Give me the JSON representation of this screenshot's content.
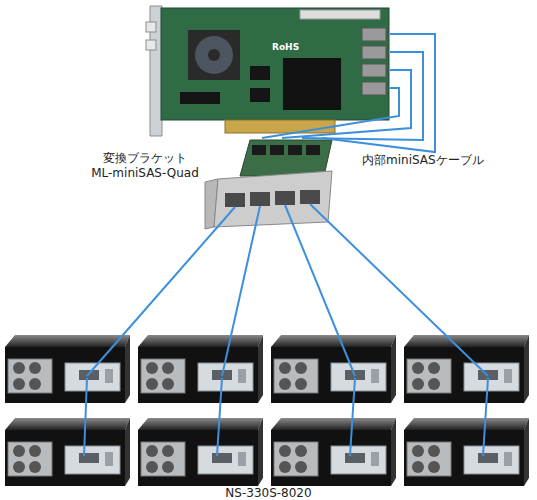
{
  "diagram": {
    "caption": "NS-330S-8020",
    "nodes": [
      {
        "text": [
          "RoHS"
        ]
      },
      {
        "text": [
          "変換ブラケット",
          "ML-miniSAS-Quad"
        ]
      }
    ],
    "edges": [
      {
        "from": 0,
        "to": 1,
        "arrow": "none"
      },
      {
        "from": 0,
        "to": 1,
        "arrow": "none"
      },
      {
        "from": 0,
        "to": 1,
        "arrow": "none"
      },
      {
        "from": 0,
        "to": 1,
        "arrow": "none"
      }
    ],
    "labels": [
      "内部miniSASケーブル"
    ]
  }
}
